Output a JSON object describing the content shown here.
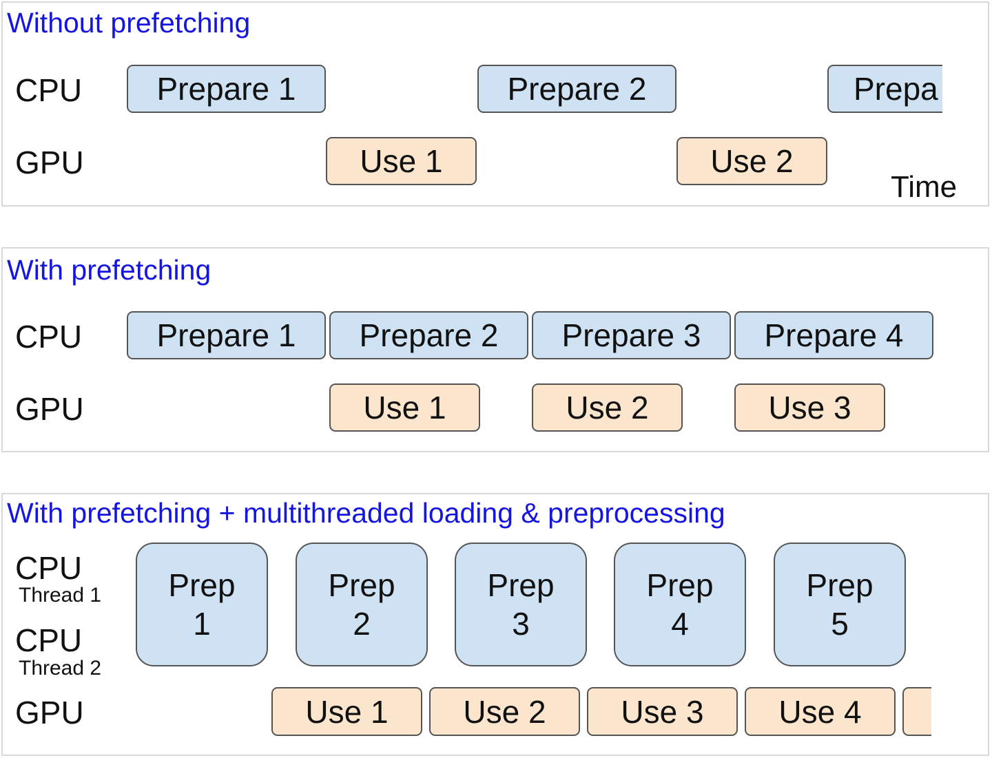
{
  "panels": [
    {
      "title": "Without prefetching"
    },
    {
      "title": "With prefetching"
    },
    {
      "title": "With prefetching + multithreaded loading & preprocessing"
    }
  ],
  "lanes": {
    "cpu": "CPU",
    "gpu": "GPU",
    "thread1": "Thread 1",
    "thread2": "Thread 2"
  },
  "time_label": "Time",
  "p1": {
    "cpu": [
      "Prepare 1",
      "Prepare 2",
      "Prepa"
    ],
    "gpu": [
      "Use 1",
      "Use 2"
    ]
  },
  "p2": {
    "cpu": [
      "Prepare 1",
      "Prepare 2",
      "Prepare 3",
      "Prepare 4"
    ],
    "gpu": [
      "Use 1",
      "Use 2",
      "Use 3"
    ]
  },
  "p3": {
    "prep_word": "Prep",
    "prep_nums": [
      "1",
      "2",
      "3",
      "4",
      "5"
    ],
    "gpu": [
      "Use 1",
      "Use 2",
      "Use 3",
      "Use 4"
    ]
  },
  "colors": {
    "title": "#1515e0",
    "prep_fill": "#cfe2f3",
    "use_fill": "#fce5cd",
    "line": "#555555",
    "arrow": "#1515e0"
  }
}
